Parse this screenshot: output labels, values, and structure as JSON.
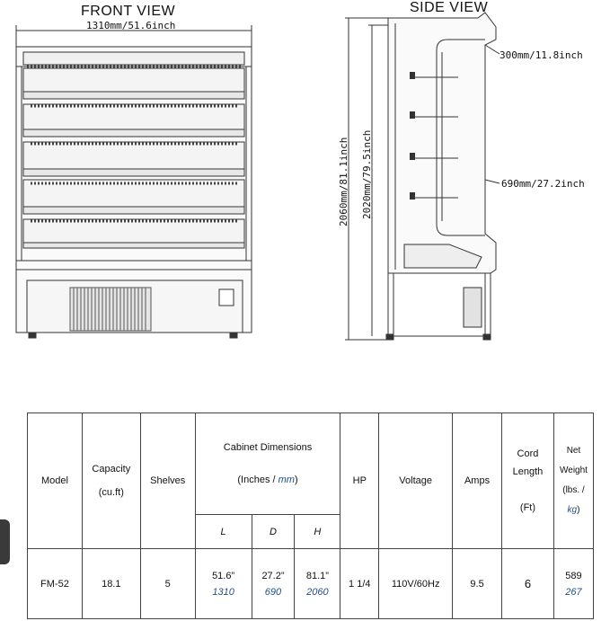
{
  "front_view": {
    "title": "FRONT VIEW",
    "width_label": "1310mm/51.6inch"
  },
  "side_view": {
    "title": "SIDE VIEW",
    "depth_top_label": "300mm/11.8inch",
    "depth_bottom_label": "690mm/27.2inch",
    "height_outer_label": "2060mm/81.1inch",
    "height_inner_label": "2020mm/79.5inch"
  },
  "table": {
    "headers": {
      "model": "Model",
      "capacity": "Capacity",
      "capacity_unit": "(cu.ft)",
      "shelves": "Shelves",
      "cabinet_dimensions": "Cabinet Dimensions",
      "dim_units_prefix": "(Inches / ",
      "dim_units_metric": "mm",
      "dim_units_suffix": ")",
      "dim_l": "L",
      "dim_d": "D",
      "dim_h": "H",
      "hp": "HP",
      "voltage": "Voltage",
      "amps": "Amps",
      "cord_length": "Cord Length",
      "cord_unit": "(Ft)",
      "net_weight": "Net Weight",
      "weight_unit_prefix": "(lbs. /",
      "weight_unit_metric": "kg",
      "weight_unit_suffix": ")"
    },
    "row": {
      "model": "FM-52",
      "capacity": "18.1",
      "shelves": "5",
      "l_in": "51.6”",
      "l_mm": "1310",
      "d_in": "27.2”",
      "d_mm": "690",
      "h_in": "81.1”",
      "h_mm": "2060",
      "hp": "1 1/4",
      "voltage": "110V/60Hz",
      "amps": "9.5",
      "cord_length": "6",
      "weight_lbs": "589",
      "weight_kg": "267"
    }
  }
}
